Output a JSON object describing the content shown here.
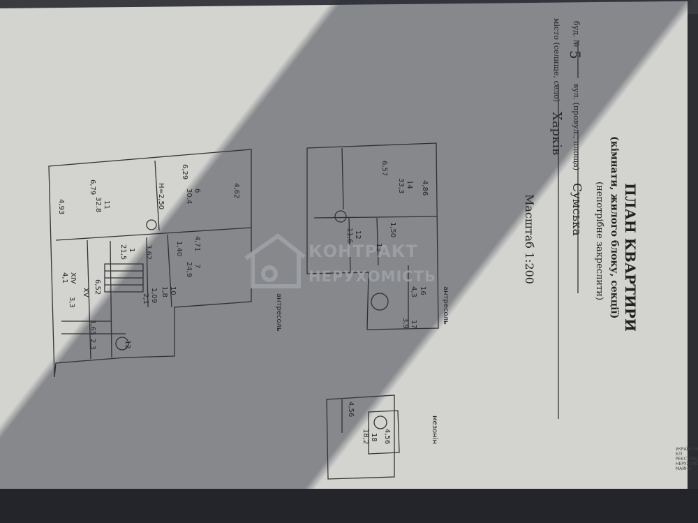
{
  "document": {
    "title": "ПЛАН КВАРТИРИ",
    "subtitle": "(кімнати, жилого блоку, секції)",
    "note": "(непотрібне закреслити)",
    "building_label": "буд. №",
    "building_number": "5",
    "street_label": "вул. (провул., площа)",
    "street_value": "Сумська",
    "city_label": "місто (селище, село)",
    "city_value": "Харків",
    "scale": "Масштаб 1:200",
    "corner_stamp": "УКРАЇНСЬКЕ БТІ РЕЄСТРАЦІЇ НЕРУХОМОГО МАЙНА"
  },
  "floors": {
    "antresol_label": "антресоль",
    "mezzanine_label": "мезонін"
  },
  "plan_labels": [
    {
      "id": "r11",
      "text": "11"
    },
    {
      "id": "r11a",
      "text": "32.8"
    },
    {
      "id": "d679",
      "text": "6,79"
    },
    {
      "id": "d493",
      "text": "4,93"
    },
    {
      "id": "r6",
      "text": "6"
    },
    {
      "id": "r6a",
      "text": "30.4"
    },
    {
      "id": "d629",
      "text": "6,29"
    },
    {
      "id": "d462",
      "text": "4,62"
    },
    {
      "id": "h",
      "text": "H=2,50"
    },
    {
      "id": "r7",
      "text": "7"
    },
    {
      "id": "r7a",
      "text": "24,9"
    },
    {
      "id": "d471",
      "text": "4,71"
    },
    {
      "id": "r1",
      "text": "1"
    },
    {
      "id": "r1a",
      "text": "21,5"
    },
    {
      "id": "d362",
      "text": "3,62"
    },
    {
      "id": "d140",
      "text": "1,40"
    },
    {
      "id": "r10",
      "text": "10"
    },
    {
      "id": "r10a",
      "text": "1,8"
    },
    {
      "id": "r109",
      "text": "1,09"
    },
    {
      "id": "r21",
      "text": "2,1"
    },
    {
      "id": "d652",
      "text": "6,52"
    },
    {
      "id": "d165",
      "text": "1,65"
    },
    {
      "id": "x1",
      "text": "XIV"
    },
    {
      "id": "x2",
      "text": "XV"
    },
    {
      "id": "x3",
      "text": "4,1"
    },
    {
      "id": "x4",
      "text": "3,3"
    },
    {
      "id": "x5",
      "text": "2,3"
    },
    {
      "id": "c12",
      "text": "12"
    },
    {
      "id": "a14",
      "text": "14"
    },
    {
      "id": "a14a",
      "text": "33,3"
    },
    {
      "id": "a657",
      "text": "6,57"
    },
    {
      "id": "a486",
      "text": "4,86"
    },
    {
      "id": "a12",
      "text": "12"
    },
    {
      "id": "a12a",
      "text": "11,6"
    },
    {
      "id": "a150",
      "text": "1,50"
    },
    {
      "id": "a13",
      "text": "13"
    },
    {
      "id": "a17",
      "text": "17"
    },
    {
      "id": "a39",
      "text": "3,9"
    },
    {
      "id": "a16",
      "text": "16"
    },
    {
      "id": "a43",
      "text": "4,3"
    },
    {
      "id": "m18",
      "text": "18"
    },
    {
      "id": "m182",
      "text": "18,2"
    },
    {
      "id": "m456",
      "text": "4,56"
    },
    {
      "id": "m456b",
      "text": "4,56"
    }
  ],
  "watermark": {
    "line1": "КОНТРАКТ",
    "line2": "НЕРУХОМІСТЬ",
    "logo_icon": "house-key-icon"
  }
}
